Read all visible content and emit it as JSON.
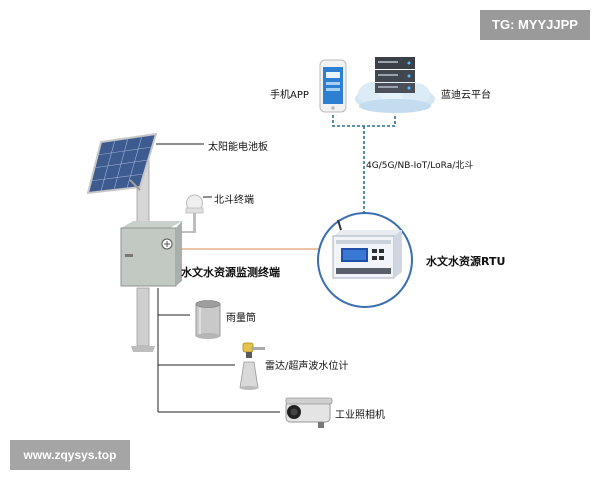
{
  "watermarks": {
    "top_right": "TG: MYYJJPP",
    "bottom_left": "www.zqysys.top"
  },
  "nodes": {
    "phone_app": "手机APP",
    "cloud_platform": "蓝迪云平台",
    "network": "4G/5G/NB-IoT/LoRa/北斗",
    "solar_panel": "太阳能电池板",
    "beidou_terminal": "北斗终端",
    "monitoring_terminal": "水文水资源监测终端",
    "rtu": "水文水资源RTU",
    "rain_gauge": "雨量筒",
    "radar_level": "雷达/超声波水位计",
    "camera": "工业照相机"
  },
  "colors": {
    "dashed_link": "#2f6f8f",
    "rtu_link": "#e0a070",
    "rtu_ring": "#3a6fb0",
    "leader_line": "#222222",
    "rtu_screen": "#1f4fa8"
  }
}
